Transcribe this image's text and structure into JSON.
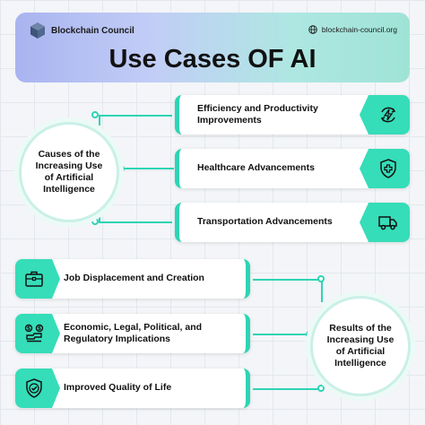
{
  "header": {
    "brand": "Blockchain Council",
    "site": "blockchain-council.org",
    "title": "Use Cases OF AI"
  },
  "causes": {
    "label": "Causes of the Increasing Use of Artificial Intelligence",
    "items": [
      {
        "label": "Efficiency and Productivity Improvements",
        "icon": "lightning-cycle-icon"
      },
      {
        "label": "Healthcare Advancements",
        "icon": "medical-shield-icon"
      },
      {
        "label": "Transportation Advancements",
        "icon": "truck-icon"
      }
    ]
  },
  "results": {
    "label": "Results of the Increasing Use of Artificial Intelligence",
    "items": [
      {
        "label": "Job Displacement and Creation",
        "icon": "briefcase-icon"
      },
      {
        "label": "Economic, Legal, Political, and Regulatory Implications",
        "icon": "money-sign-icon"
      },
      {
        "label": "Improved Quality of Life",
        "icon": "shield-check-icon"
      }
    ]
  },
  "colors": {
    "accent": "#35ddb8",
    "header_start": "#a9b4f0",
    "header_end": "#9fe3d6"
  }
}
